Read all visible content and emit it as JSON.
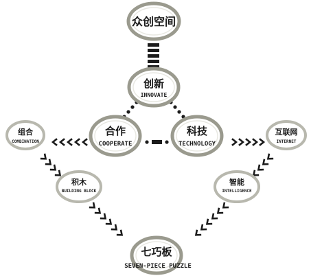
{
  "colors": {
    "ring_outer": "#9a9a8e",
    "ring_inner": "#e8e8e2",
    "ink": "#1b1b1b"
  },
  "nodes": {
    "crowd_space": {
      "zh": "众创空间",
      "en": ""
    },
    "innovate": {
      "zh": "创新",
      "en": "INNOVATE"
    },
    "cooperate": {
      "zh": "合作",
      "en": "COOPERATE"
    },
    "technology": {
      "zh": "科技",
      "en": "TECHNOLOGY"
    },
    "combination": {
      "zh": "组合",
      "en": "COMBINATION"
    },
    "internet": {
      "zh": "互联网",
      "en": "INTERNET"
    },
    "building_block": {
      "zh": "积木",
      "en": "BUILDING BLOCK"
    },
    "intelligence": {
      "zh": "智能",
      "en": "INTELLIGENCE"
    },
    "puzzle": {
      "zh": "七巧板",
      "en": "SEVEN-PIECE PUZZLE"
    }
  }
}
